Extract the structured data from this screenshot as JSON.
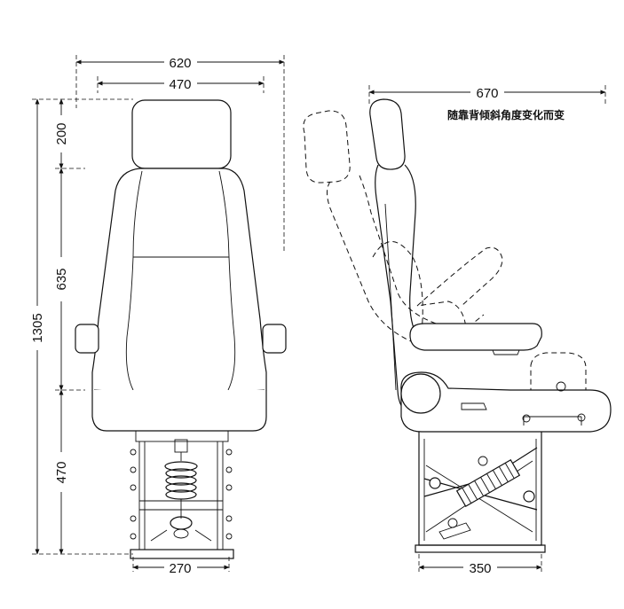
{
  "front_view": {
    "dims": {
      "overall_width": "620",
      "seat_width": "470",
      "headrest_height": "200",
      "back_height": "635",
      "overall_height": "1305",
      "base_height": "470",
      "base_width": "270"
    }
  },
  "side_view": {
    "dims": {
      "overall_depth": "670",
      "base_depth": "350"
    },
    "note": "随靠背倾斜角度变化而变"
  }
}
